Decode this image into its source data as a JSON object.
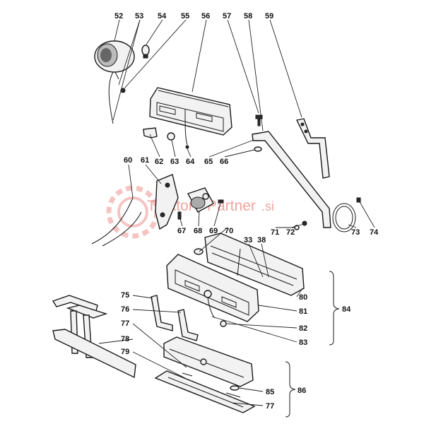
{
  "labels": [
    "52",
    "53",
    "54",
    "55",
    "56",
    "57",
    "58",
    "59",
    "60",
    "61",
    "62",
    "63",
    "64",
    "65",
    "66",
    "67",
    "68",
    "69",
    "70",
    "71",
    "72",
    "73",
    "74",
    "33",
    "38",
    "80",
    "81",
    "82",
    "83",
    "84",
    "75",
    "76",
    "77",
    "78",
    "79",
    "85",
    "86",
    "77"
  ],
  "watermark": {
    "left": "Traktor",
    "right": "Partner",
    "suffix": ".si"
  },
  "icons": {
    "gear": "gear-watermark-icon"
  },
  "colors": {
    "watermark": "#e35a52",
    "ink": "#1a1a1a"
  }
}
